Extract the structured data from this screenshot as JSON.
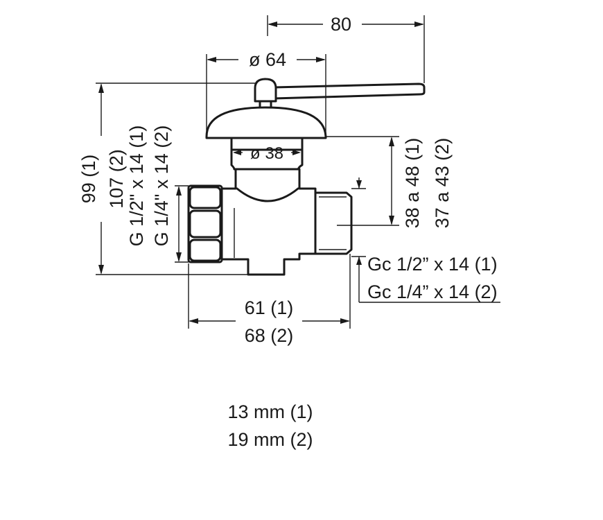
{
  "dimensions": {
    "width_total": "80",
    "cap_diameter": "ø 64",
    "neck_diameter": "ø 38",
    "height_1": "99 (1)",
    "height_2": "107 (2)",
    "inlet_thread_1": "G 1/2\" x 14 (1)",
    "inlet_thread_2": "G 1/4\" x 14 (2)",
    "outlet_height_1": "38 a 48 (1)",
    "outlet_height_2": "37 a 43 (2)",
    "outlet_thread_1": "Gc 1/2” x 14 (1)",
    "outlet_thread_2": "Gc 1/4” x 14 (2)",
    "length_1": "61 (1)",
    "length_2": "68 (2)"
  },
  "bore": {
    "size_1": "13 mm (1)",
    "size_2": "19 mm (2)"
  },
  "colors": {
    "ink": "#1a1a1a",
    "background": "#ffffff"
  }
}
